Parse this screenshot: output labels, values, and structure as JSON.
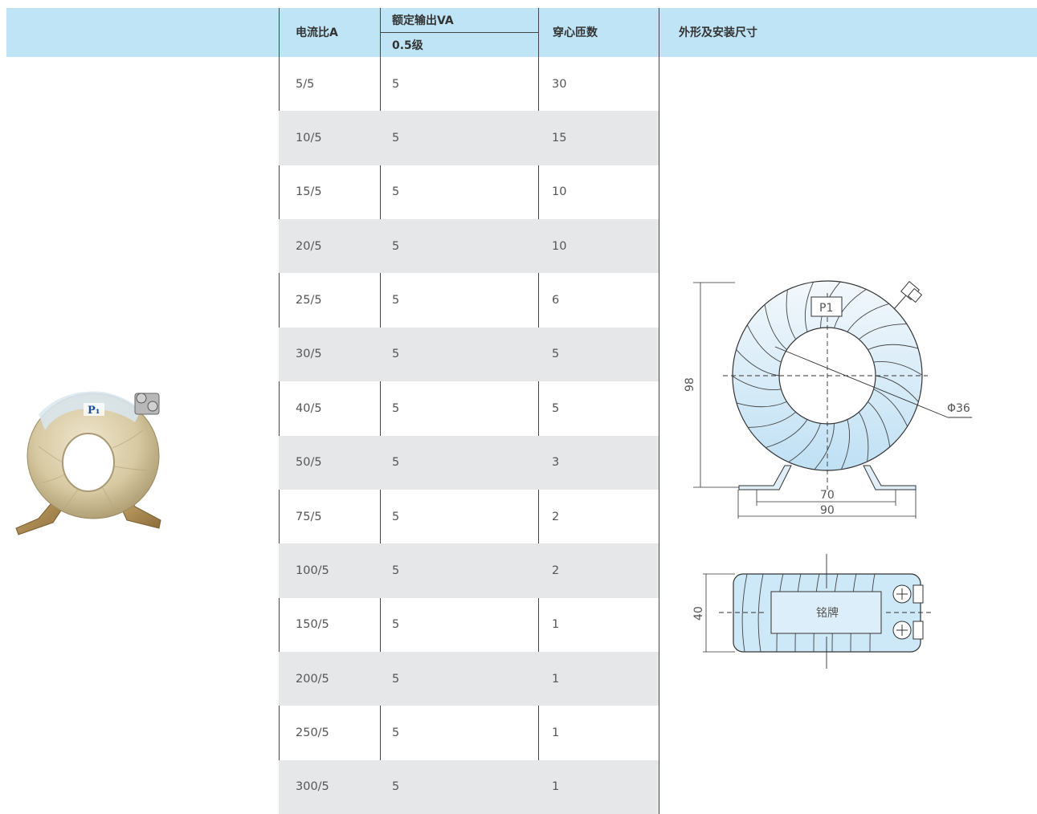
{
  "table": {
    "headers": {
      "ratio": "电流比A",
      "rated_output": "额定输出VA",
      "class": "0.5级",
      "turns": "穿心匝数",
      "dimensions": "外形及安装尺寸"
    },
    "rows": [
      {
        "ratio": "5/5",
        "va": "5",
        "turns": "30"
      },
      {
        "ratio": "10/5",
        "va": "5",
        "turns": "15"
      },
      {
        "ratio": "15/5",
        "va": "5",
        "turns": "10"
      },
      {
        "ratio": "20/5",
        "va": "5",
        "turns": "10"
      },
      {
        "ratio": "25/5",
        "va": "5",
        "turns": "6"
      },
      {
        "ratio": "30/5",
        "va": "5",
        "turns": "5"
      },
      {
        "ratio": "40/5",
        "va": "5",
        "turns": "5"
      },
      {
        "ratio": "50/5",
        "va": "5",
        "turns": "3"
      },
      {
        "ratio": "75/5",
        "va": "5",
        "turns": "2"
      },
      {
        "ratio": "100/5",
        "va": "5",
        "turns": "2"
      },
      {
        "ratio": "150/5",
        "va": "5",
        "turns": "1"
      },
      {
        "ratio": "200/5",
        "va": "5",
        "turns": "1"
      },
      {
        "ratio": "250/5",
        "va": "5",
        "turns": "1"
      },
      {
        "ratio": "300/5",
        "va": "5",
        "turns": "1"
      }
    ]
  },
  "photo": {
    "label": "P₁"
  },
  "drawing": {
    "terminal_label": "P1",
    "height": "98",
    "inner_diameter": "Φ36",
    "foot_inner": "70",
    "foot_outer": "90",
    "side_height": "40",
    "nameplate": "铭牌"
  },
  "colors": {
    "header_band": "#bfe4f6",
    "row_shade": "#e6e7e9",
    "drawing_fill": "#cde8f7"
  }
}
